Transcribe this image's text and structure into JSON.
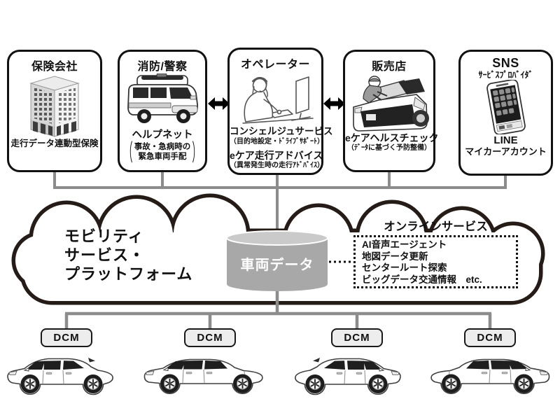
{
  "insurance": {
    "title": "保険会社",
    "label": "走行データ連動型保険"
  },
  "emergency": {
    "title": "消防/警察",
    "service": "ヘルプネット",
    "bracket_open": "（",
    "bracket_close": "）",
    "note_line1": "事故・急病時の",
    "note_line2": "緊急車両手配"
  },
  "operator": {
    "title": "オペレーター",
    "service1": "コンシェルジュサービス",
    "note1": "（目的地設定・ﾄﾞﾗｲﾌﾞｻﾎﾟｰﾄ）",
    "service2": "eケア走行アドバイス",
    "note2": "（異常発生時の走行ｱﾄﾞﾊﾞｲｽ）"
  },
  "dealer": {
    "title": "販売店",
    "service": "eケアヘルスチェック",
    "note": "（ﾃﾞｰﾀに基づく予防整備）"
  },
  "sns": {
    "title": "SNS",
    "subtitle": "ｻｰﾋﾞｽﾌﾟﾛﾊﾞｲﾀﾞ",
    "line1": "LINE",
    "line2": "マイカーアカウント"
  },
  "platform": {
    "line1": "モビリティ",
    "line2": "サービス・",
    "line3": "プラットフォーム"
  },
  "database": {
    "label": "車両データ"
  },
  "online": {
    "title": "オンラインサービス",
    "items": [
      "AI音声エージェント",
      "地図データ更新",
      "センタールート探索",
      "ビッグデータ交通情報　etc."
    ]
  },
  "dcm": {
    "label": "DCM"
  },
  "colors": {
    "connector_gray": "#8c8c8c",
    "box_border": "#111111",
    "cloud_outline": "#261c17",
    "cylinder_body": "#a8a8a8",
    "cylinder_top": "#cacaca",
    "dcm_fill": "#ededed",
    "window_dark": "#1f1f1f",
    "arrow_black": "#000000"
  }
}
